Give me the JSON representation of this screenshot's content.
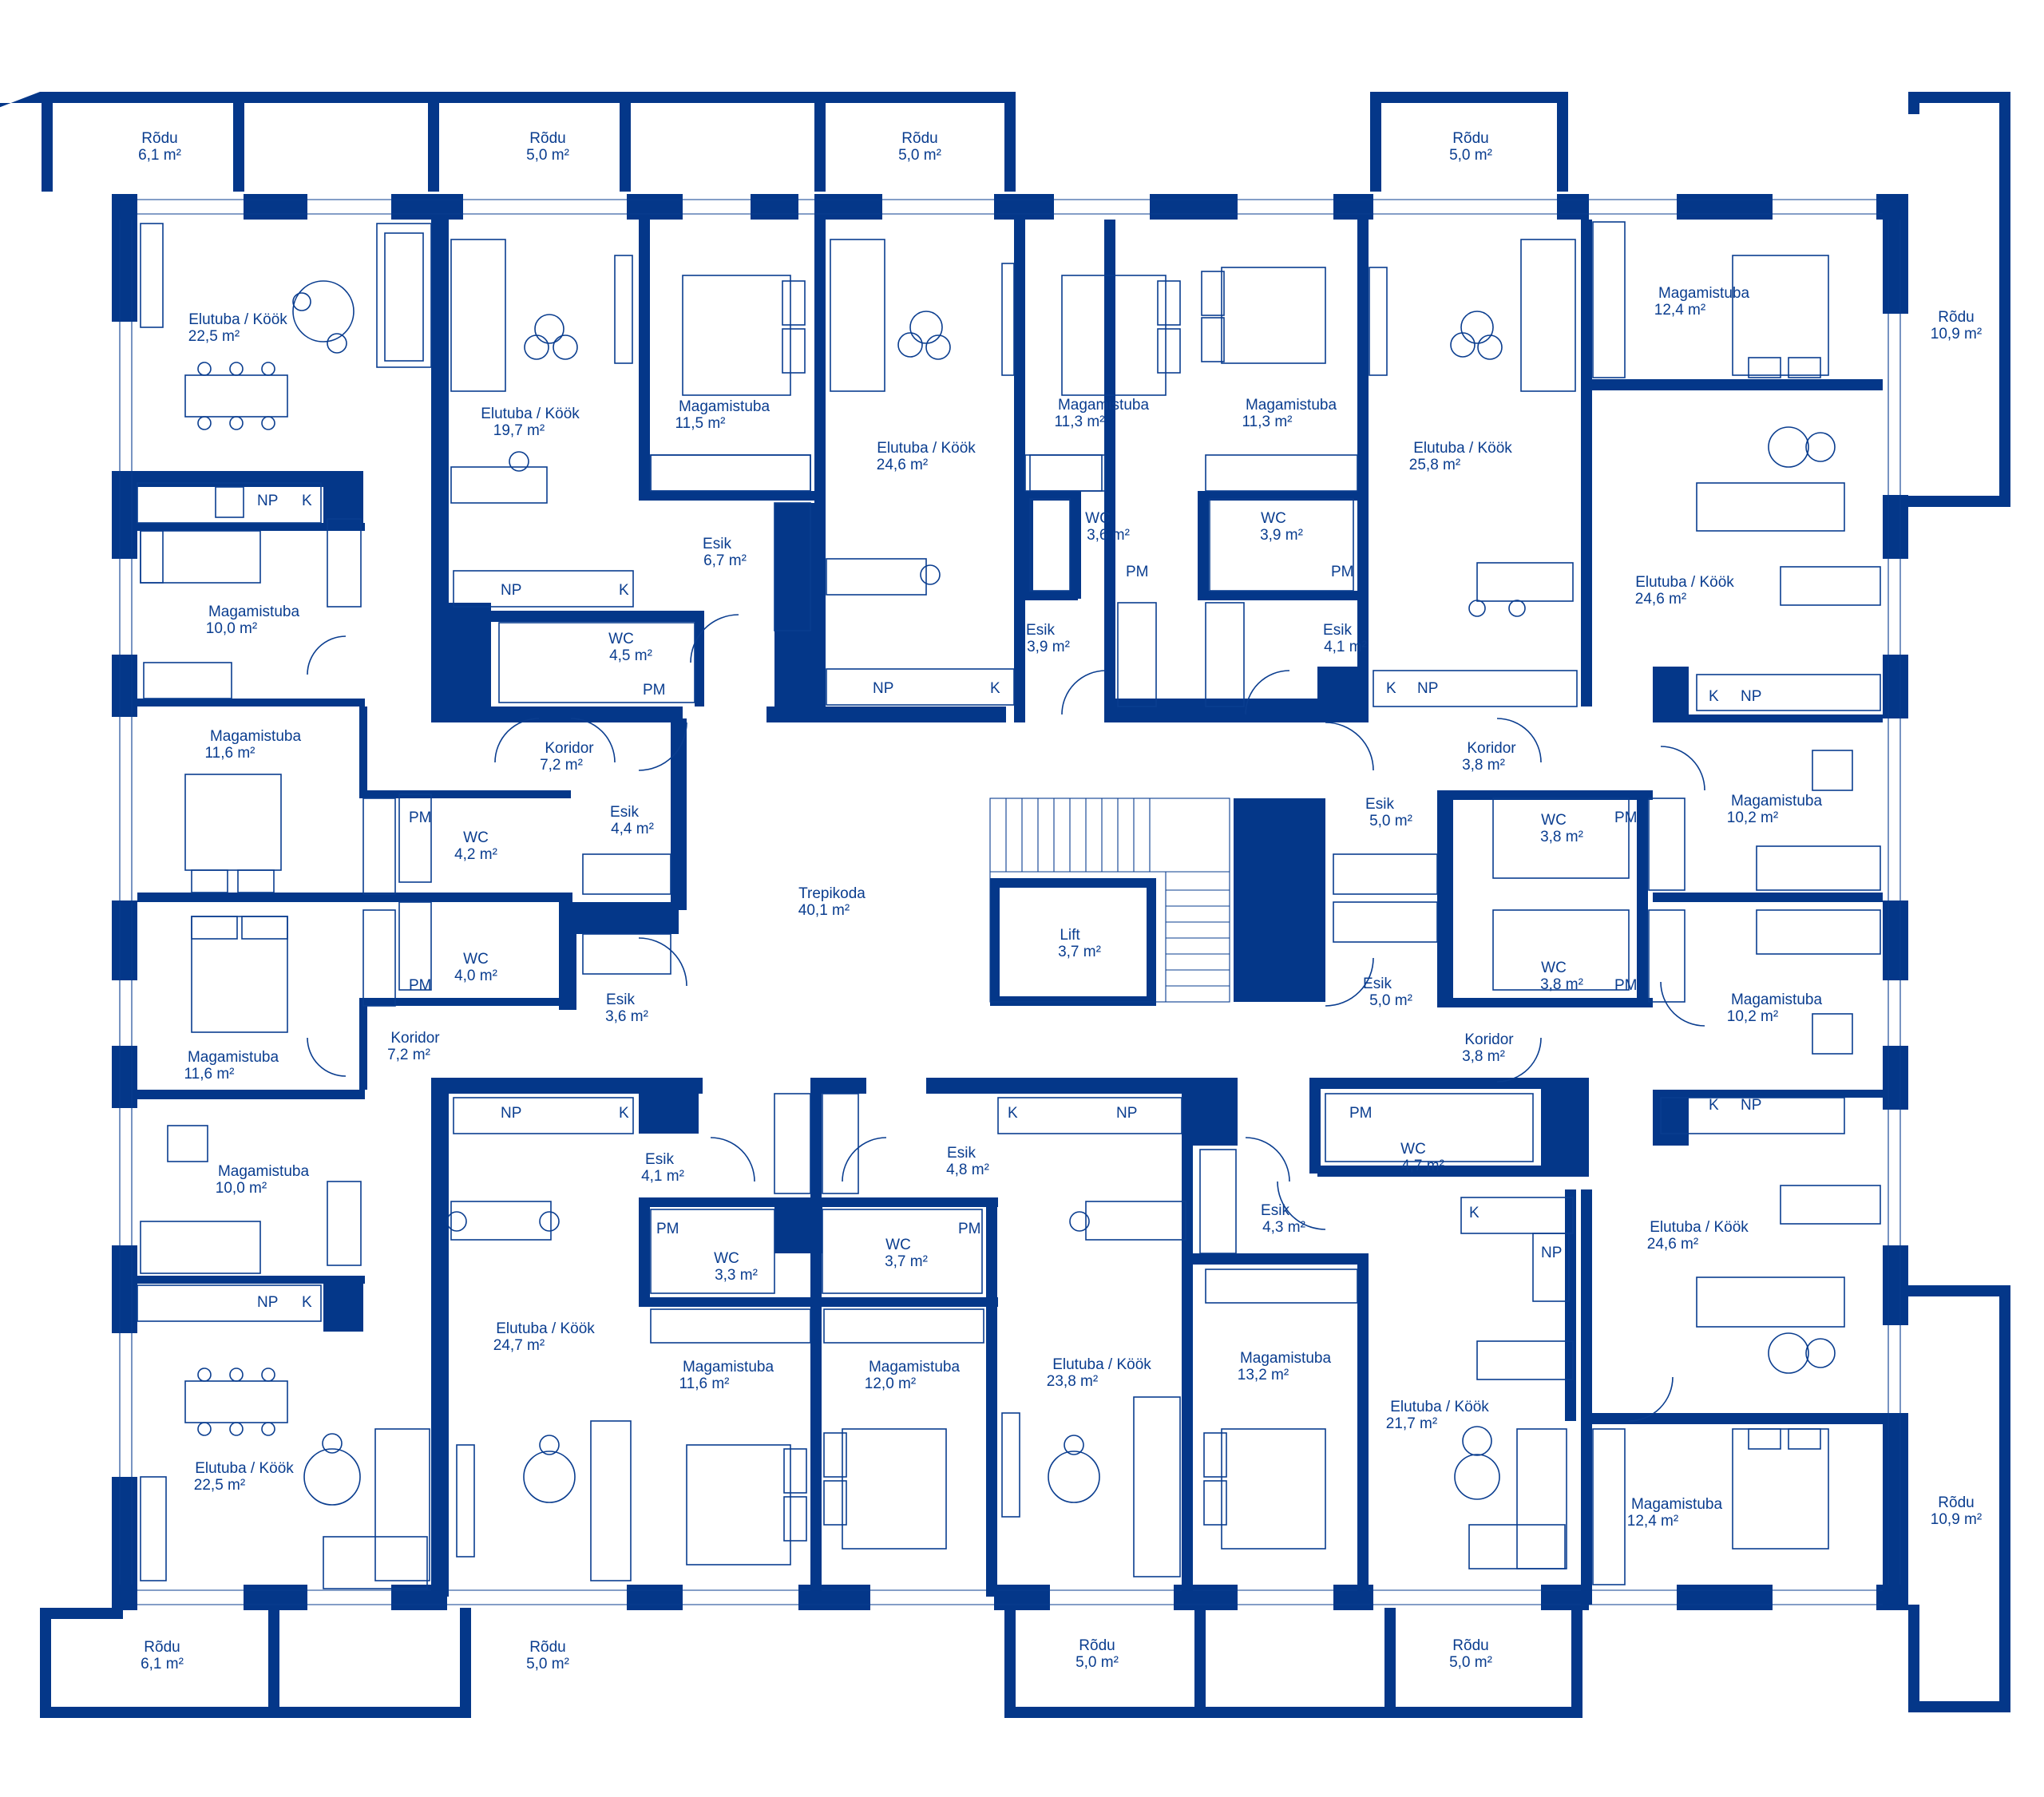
{
  "colors": {
    "wall": "#043789",
    "line": "#0a3d8f",
    "background": "#ffffff"
  },
  "fixture_labels": {
    "np": "NP",
    "k": "K",
    "pm": "PM"
  },
  "rooms": [
    {
      "name": "Rõdu",
      "area": "6,1 m²"
    },
    {
      "name": "Rõdu",
      "area": "5,0 m²"
    },
    {
      "name": "Rõdu",
      "area": "5,0 m²"
    },
    {
      "name": "Rõdu",
      "area": "5,0 m²"
    },
    {
      "name": "Rõdu",
      "area": "10,9 m²"
    },
    {
      "name": "Elutuba / Köök",
      "area": "22,5 m²"
    },
    {
      "name": "Elutuba / Köök",
      "area": "19,7 m²"
    },
    {
      "name": "Magamistuba",
      "area": "11,5 m²"
    },
    {
      "name": "Elutuba / Köök",
      "area": "24,6 m²"
    },
    {
      "name": "Magamistuba",
      "area": "11,3 m²"
    },
    {
      "name": "Magamistuba",
      "area": "11,3 m²"
    },
    {
      "name": "Elutuba / Köök",
      "area": "25,8 m²"
    },
    {
      "name": "Magamistuba",
      "area": "12,4 m²"
    },
    {
      "name": "Esik",
      "area": "6,7 m²"
    },
    {
      "name": "WC",
      "area": "3,6 m²"
    },
    {
      "name": "WC",
      "area": "3,9 m²"
    },
    {
      "name": "Magamistuba",
      "area": "10,0 m²"
    },
    {
      "name": "WC",
      "area": "4,5 m²"
    },
    {
      "name": "Esik",
      "area": "3,9 m²"
    },
    {
      "name": "Esik",
      "area": "4,1 m²"
    },
    {
      "name": "Elutuba / Köök",
      "area": "24,6 m²"
    },
    {
      "name": "Magamistuba",
      "area": "11,6 m²"
    },
    {
      "name": "Koridor",
      "area": "7,2 m²"
    },
    {
      "name": "Koridor",
      "area": "3,8 m²"
    },
    {
      "name": "Esik",
      "area": "4,4 m²"
    },
    {
      "name": "Esik",
      "area": "5,0 m²"
    },
    {
      "name": "WC",
      "area": "4,2 m²"
    },
    {
      "name": "WC",
      "area": "3,8 m²"
    },
    {
      "name": "Magamistuba",
      "area": "10,2 m²"
    },
    {
      "name": "Trepikoda",
      "area": "40,1 m²"
    },
    {
      "name": "Lift",
      "area": "3,7 m²"
    },
    {
      "name": "WC",
      "area": "4,0 m²"
    },
    {
      "name": "WC",
      "area": "3,8 m²"
    },
    {
      "name": "Esik",
      "area": "5,0 m²"
    },
    {
      "name": "Magamistuba",
      "area": "10,2 m²"
    },
    {
      "name": "Esik",
      "area": "3,6 m²"
    },
    {
      "name": "Magamistuba",
      "area": "11,6 m²"
    },
    {
      "name": "Koridor",
      "area": "7,2 m²"
    },
    {
      "name": "Koridor",
      "area": "3,8 m²"
    },
    {
      "name": "Esik",
      "area": "4,1 m²"
    },
    {
      "name": "Esik",
      "area": "4,8 m²"
    },
    {
      "name": "WC",
      "area": "4,7 m²"
    },
    {
      "name": "Magamistuba",
      "area": "10,0 m²"
    },
    {
      "name": "WC",
      "area": "3,3 m²"
    },
    {
      "name": "WC",
      "area": "3,7 m²"
    },
    {
      "name": "Esik",
      "area": "4,3 m²"
    },
    {
      "name": "Elutuba / Köök",
      "area": "24,6 m²"
    },
    {
      "name": "Elutuba / Köök",
      "area": "24,7 m²"
    },
    {
      "name": "Magamistuba",
      "area": "11,6 m²"
    },
    {
      "name": "Magamistuba",
      "area": "12,0 m²"
    },
    {
      "name": "Elutuba / Köök",
      "area": "23,8 m²"
    },
    {
      "name": "Magamistuba",
      "area": "13,2 m²"
    },
    {
      "name": "Elutuba / Köök",
      "area": "21,7 m²"
    },
    {
      "name": "Elutuba / Köök",
      "area": "22,5 m²"
    },
    {
      "name": "Magamistuba",
      "area": "12,4 m²"
    },
    {
      "name": "Rõdu",
      "area": "10,9 m²"
    },
    {
      "name": "Rõdu",
      "area": "6,1 m²"
    },
    {
      "name": "Rõdu",
      "area": "5,0 m²"
    },
    {
      "name": "Rõdu",
      "area": "5,0 m²"
    },
    {
      "name": "Rõdu",
      "area": "5,0 m²"
    }
  ]
}
